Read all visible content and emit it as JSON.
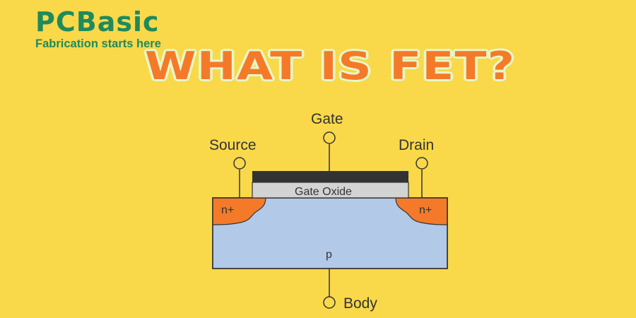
{
  "brand": {
    "logo_text": "PCBasic",
    "tagline": "Fabrication starts here",
    "color": "#1F8A5C"
  },
  "title": {
    "text": "WHAT IS FET?",
    "color": "#F47A2A",
    "outline_color": "#E6F7C8"
  },
  "background_color": "#F9D84A",
  "diagram": {
    "terminals": {
      "gate": "Gate",
      "source": "Source",
      "drain": "Drain",
      "body": "Body"
    },
    "layers": {
      "gate_oxide": "Gate Oxide",
      "substrate": "p",
      "source_region": "n+",
      "drain_region": "n+"
    },
    "colors": {
      "gate_metal": "#333333",
      "gate_oxide": "#D3D3D3",
      "substrate": "#B3C9E8",
      "n_plus": "#F47A2A"
    }
  }
}
